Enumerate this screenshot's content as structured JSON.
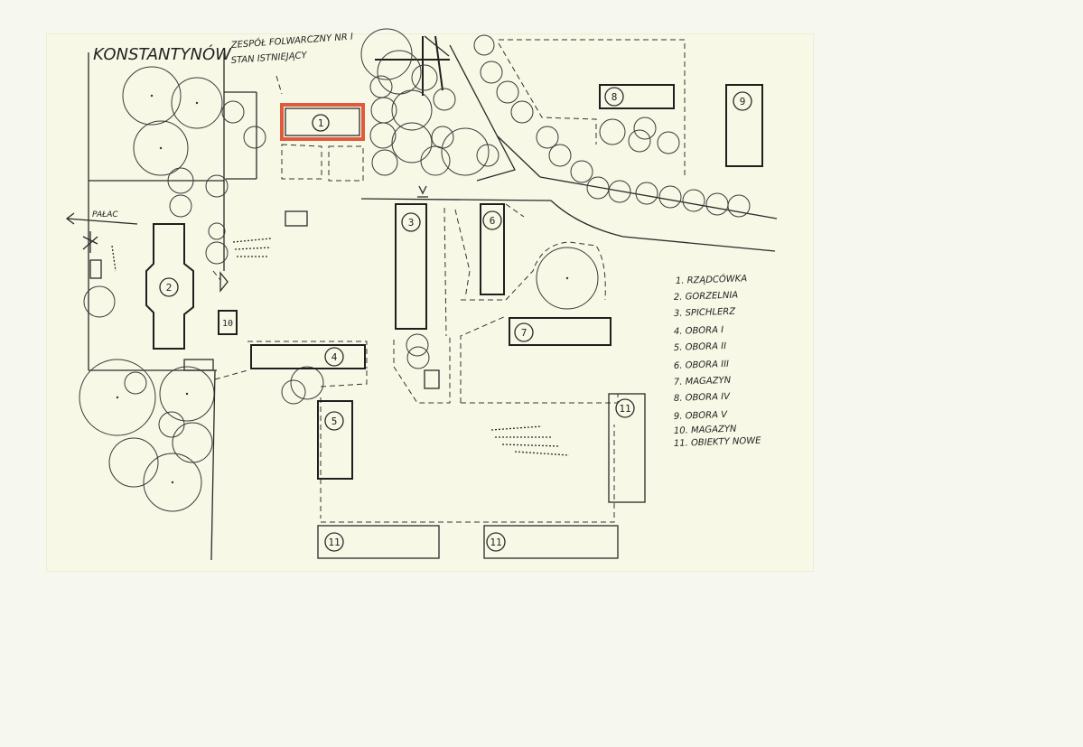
{
  "map": {
    "place_name": "KONSTANTYNÓW",
    "title_line1": "ZESPÓŁ FOLWARCZNY NR I",
    "title_line2": "STAN ISTNIEJĄCY",
    "direction_label": "PAŁAC"
  },
  "buildings": [
    {
      "id": "1",
      "label": "1",
      "highlight": true
    },
    {
      "id": "2",
      "label": "2"
    },
    {
      "id": "3",
      "label": "3"
    },
    {
      "id": "4",
      "label": "4"
    },
    {
      "id": "5",
      "label": "5"
    },
    {
      "id": "6",
      "label": "6"
    },
    {
      "id": "7",
      "label": "7"
    },
    {
      "id": "8",
      "label": "8"
    },
    {
      "id": "9",
      "label": "9"
    },
    {
      "id": "10",
      "label": "10"
    },
    {
      "id": "11a",
      "label": "11"
    },
    {
      "id": "11b",
      "label": "11"
    },
    {
      "id": "11c",
      "label": "11"
    }
  ],
  "legend": [
    "1. RZĄDCÓWKA",
    "2. GORZELNIA",
    "3. SPICHLERZ",
    "4. OBORA I",
    "5. OBORA II",
    "6. OBORA III",
    "7. MAGAZYN",
    "8. OBORA IV",
    "9. OBORA V",
    "10. MAGAZYN",
    "11. OBIEKTY NOWE"
  ],
  "colors": {
    "highlight": "#e05a3c",
    "ink": "#2a2a2a",
    "paper": "#f8f8e6",
    "background": "#f6f7ef"
  }
}
